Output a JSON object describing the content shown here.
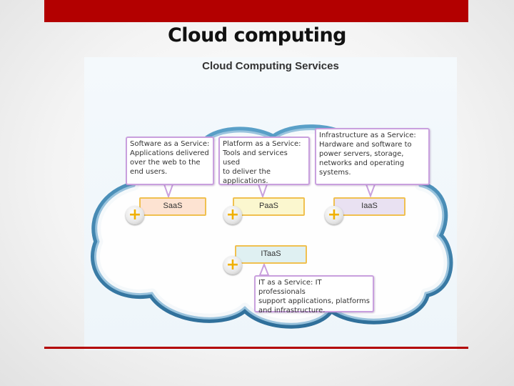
{
  "slide": {
    "title": "Cloud computing"
  },
  "figure": {
    "title": "Cloud Computing Services",
    "callouts": {
      "saas": "Software as a Service:\nApplications delivered\nover the web to the\nend users.",
      "paas": "Platform as a Service:\nTools and services used\nto deliver the\napplications.",
      "iaas": "Infrastructure as a Service:\nHardware and software to\npower servers, storage,\nnetworks and operating\nsystems.",
      "itaas": "IT as a Service: IT professionals\nsupport applications, platforms\nand infrastructure."
    },
    "services": {
      "saas": "SaaS",
      "paas": "PaaS",
      "iaas": "IaaS",
      "itaas": "ITaaS"
    },
    "colors": {
      "accent_red": "#b30000",
      "cloud_outline": "#4f92bd",
      "callout_border": "#c9a0de",
      "box_border": "#f0c050",
      "saas_fill": "#fde3d2",
      "paas_fill": "#fbf7cf",
      "iaas_fill": "#e9e1f2",
      "itaas_fill": "#dff0f2"
    },
    "icons": [
      "plus-icon"
    ]
  }
}
